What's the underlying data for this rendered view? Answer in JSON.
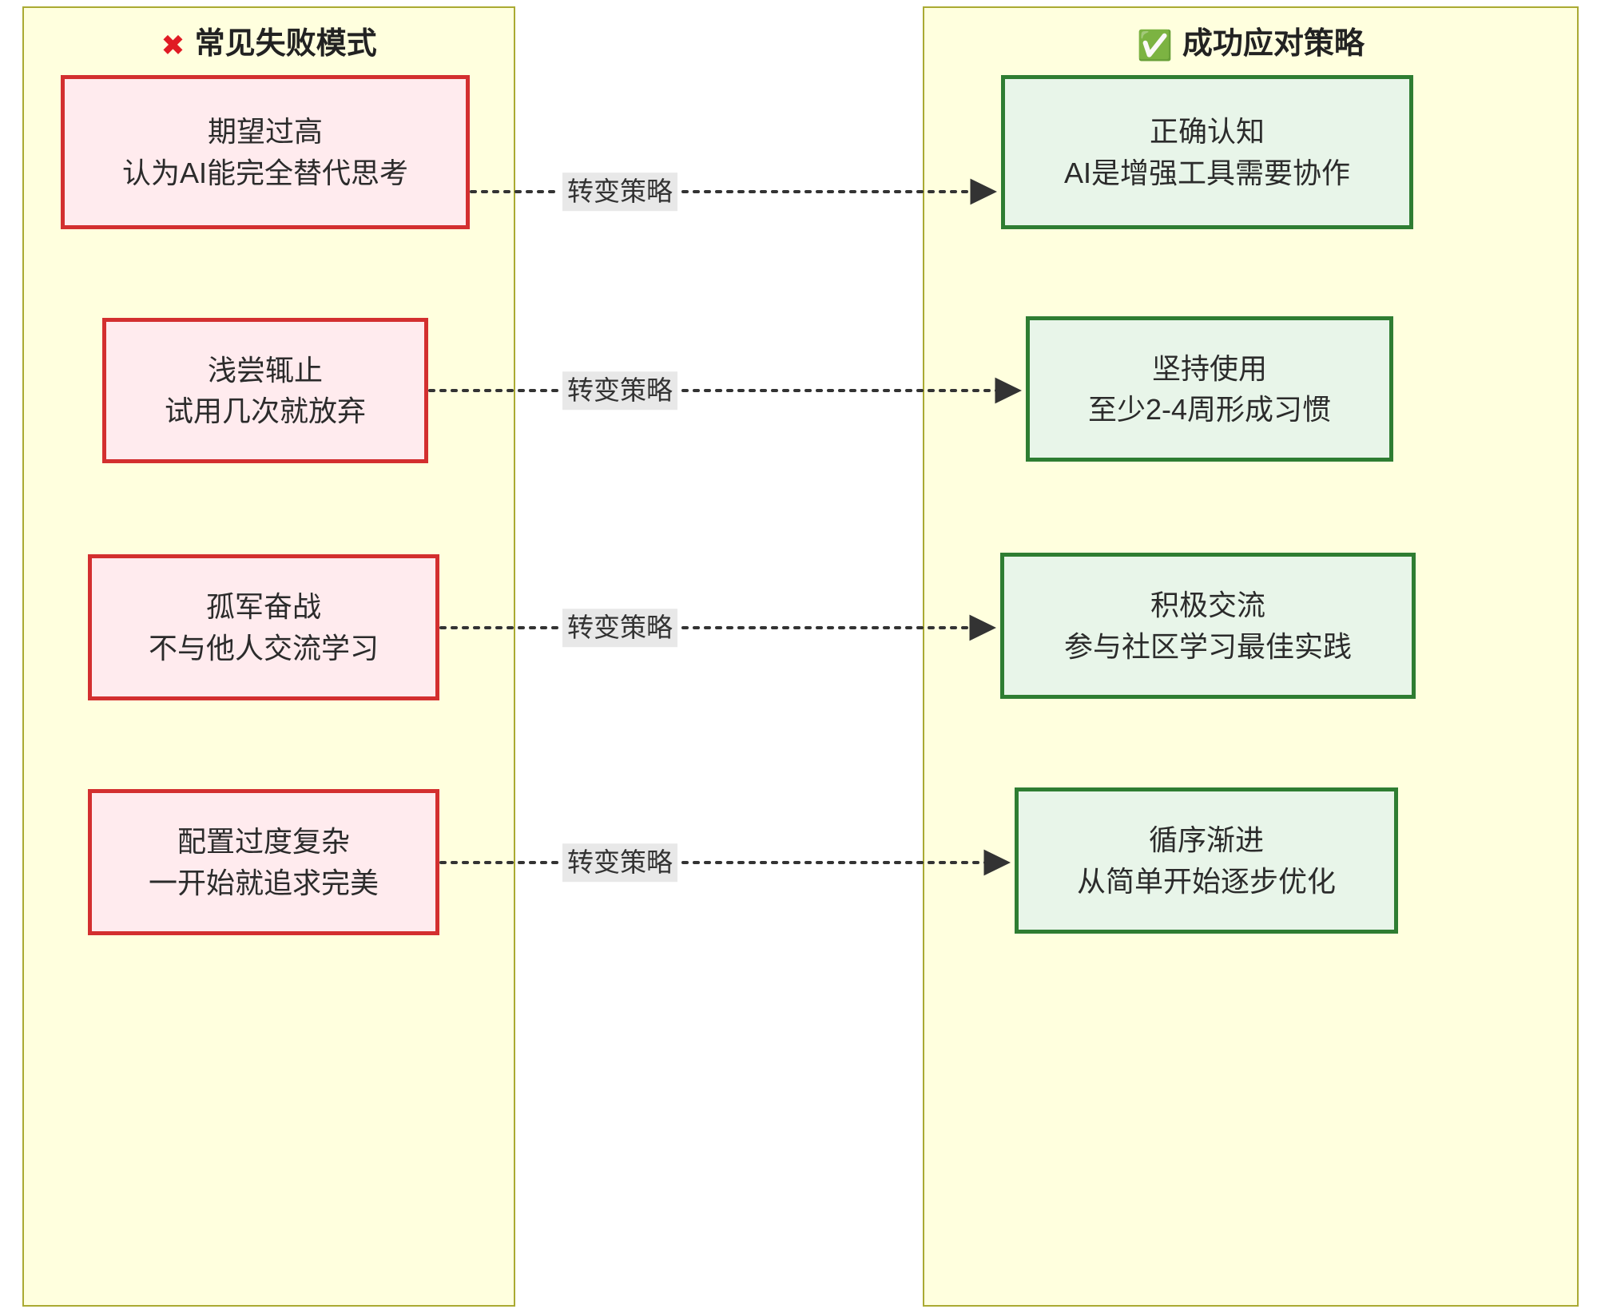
{
  "diagram": {
    "type": "flowchart",
    "direction": "left-right",
    "background": "#ffffff",
    "colors": {
      "subgraph_fill": "#ffffde",
      "subgraph_border": "#aaaa33",
      "failure_fill": "#ffebee",
      "failure_border": "#d32f2f",
      "success_fill": "#e8f5e9",
      "success_border": "#2e7d32",
      "edge_label_bg": "#e8e8e8",
      "edge_stroke": "#333333"
    }
  },
  "subgraphs": [
    {
      "id": "failures",
      "icon": "cross-mark-icon",
      "icon_glyph": "✖",
      "title": "常见失败模式",
      "nodes": [
        {
          "line1": "期望过高",
          "line2": "认为AI能完全替代思考"
        },
        {
          "line1": "浅尝辄止",
          "line2": "试用几次就放弃"
        },
        {
          "line1": "孤军奋战",
          "line2": "不与他人交流学习"
        },
        {
          "line1": "配置过度复杂",
          "line2": "一开始就追求完美"
        }
      ]
    },
    {
      "id": "strategies",
      "icon": "check-mark-button-icon",
      "icon_glyph": "✅",
      "title": "成功应对策略",
      "nodes": [
        {
          "line1": "正确认知",
          "line2": "AI是增强工具需要协作"
        },
        {
          "line1": "坚持使用",
          "line2": "至少2-4周形成习惯"
        },
        {
          "line1": "积极交流",
          "line2": "参与社区学习最佳实践"
        },
        {
          "line1": "循序渐进",
          "line2": "从简单开始逐步优化"
        }
      ]
    }
  ],
  "edges": [
    {
      "from": "failures.0",
      "to": "strategies.0",
      "label": "转变策略",
      "style": "dotted",
      "arrow": "triangle"
    },
    {
      "from": "failures.1",
      "to": "strategies.1",
      "label": "转变策略",
      "style": "dotted",
      "arrow": "triangle"
    },
    {
      "from": "failures.2",
      "to": "strategies.2",
      "label": "转变策略",
      "style": "dotted",
      "arrow": "triangle"
    },
    {
      "from": "failures.3",
      "to": "strategies.3",
      "label": "转变策略",
      "style": "dotted",
      "arrow": "triangle"
    }
  ]
}
